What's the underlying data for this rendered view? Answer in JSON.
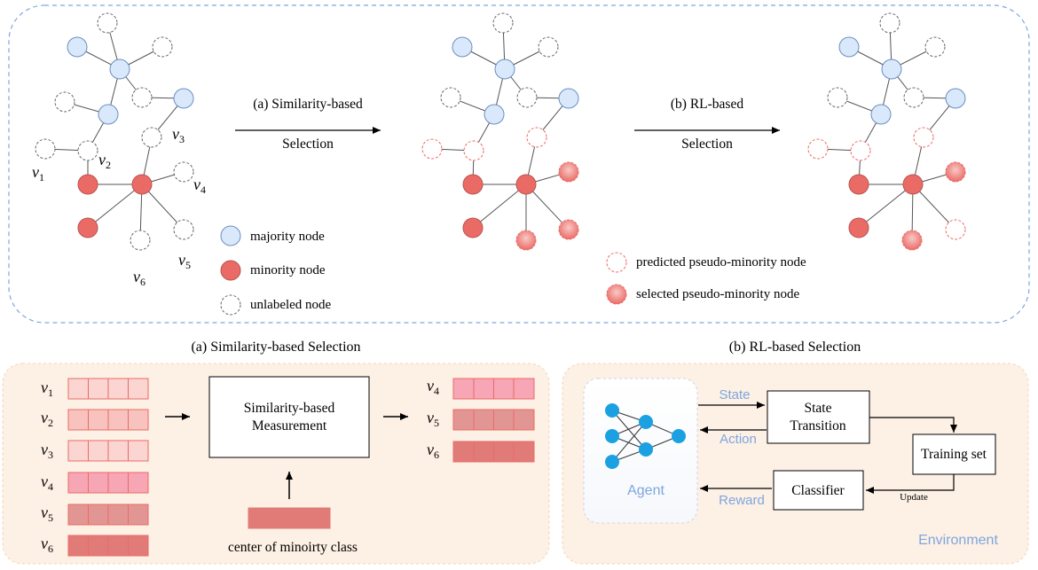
{
  "top_panel": {
    "arrow_a": {
      "line1": "(a) Similarity-based",
      "line2": "Selection"
    },
    "arrow_b": {
      "line1": "(b) RL-based",
      "line2": "Selection"
    },
    "node_labels": {
      "v1": {
        "base": "v",
        "sub": "1"
      },
      "v2": {
        "base": "v",
        "sub": "2"
      },
      "v3": {
        "base": "v",
        "sub": "3"
      },
      "v4": {
        "base": "v",
        "sub": "4"
      },
      "v5": {
        "base": "v",
        "sub": "5"
      },
      "v6": {
        "base": "v",
        "sub": "6"
      }
    },
    "legend_left": {
      "majority": "majority node",
      "minority": "minority node",
      "unlabeled": "unlabeled node"
    },
    "legend_right": {
      "predicted": "predicted pseudo-minority node",
      "selected": "selected pseudo-minority node"
    }
  },
  "captions": {
    "left": "(a) Similarity-based Selection",
    "right": "(b) RL-based Selection"
  },
  "panel_a": {
    "rows": [
      {
        "base": "v",
        "sub": "1"
      },
      {
        "base": "v",
        "sub": "2"
      },
      {
        "base": "v",
        "sub": "3"
      },
      {
        "base": "v",
        "sub": "4"
      },
      {
        "base": "v",
        "sub": "5"
      },
      {
        "base": "v",
        "sub": "6"
      }
    ],
    "measurement_line1": "Similarity-based",
    "measurement_line2": "Measurement",
    "center_label": "center of minoirty class",
    "outputs": [
      {
        "base": "v",
        "sub": "4"
      },
      {
        "base": "v",
        "sub": "5"
      },
      {
        "base": "v",
        "sub": "6"
      }
    ]
  },
  "panel_b": {
    "agent": "Agent",
    "state": "State",
    "action": "Action",
    "reward": "Reward",
    "state_transition_line1": "State",
    "state_transition_line2": "Transition",
    "training_set": "Training set",
    "classifier": "Classifier",
    "update": "Update",
    "environment": "Environment"
  },
  "colors": {
    "majority": "#dae8fc",
    "majority_stroke": "#6c8ebf",
    "minority": "#ea6b66",
    "minority_stroke": "#b85450",
    "dashed_border": "#7ea6e0",
    "panel_fill": "#fdf0e4",
    "label_blue": "#7ea6e0"
  }
}
